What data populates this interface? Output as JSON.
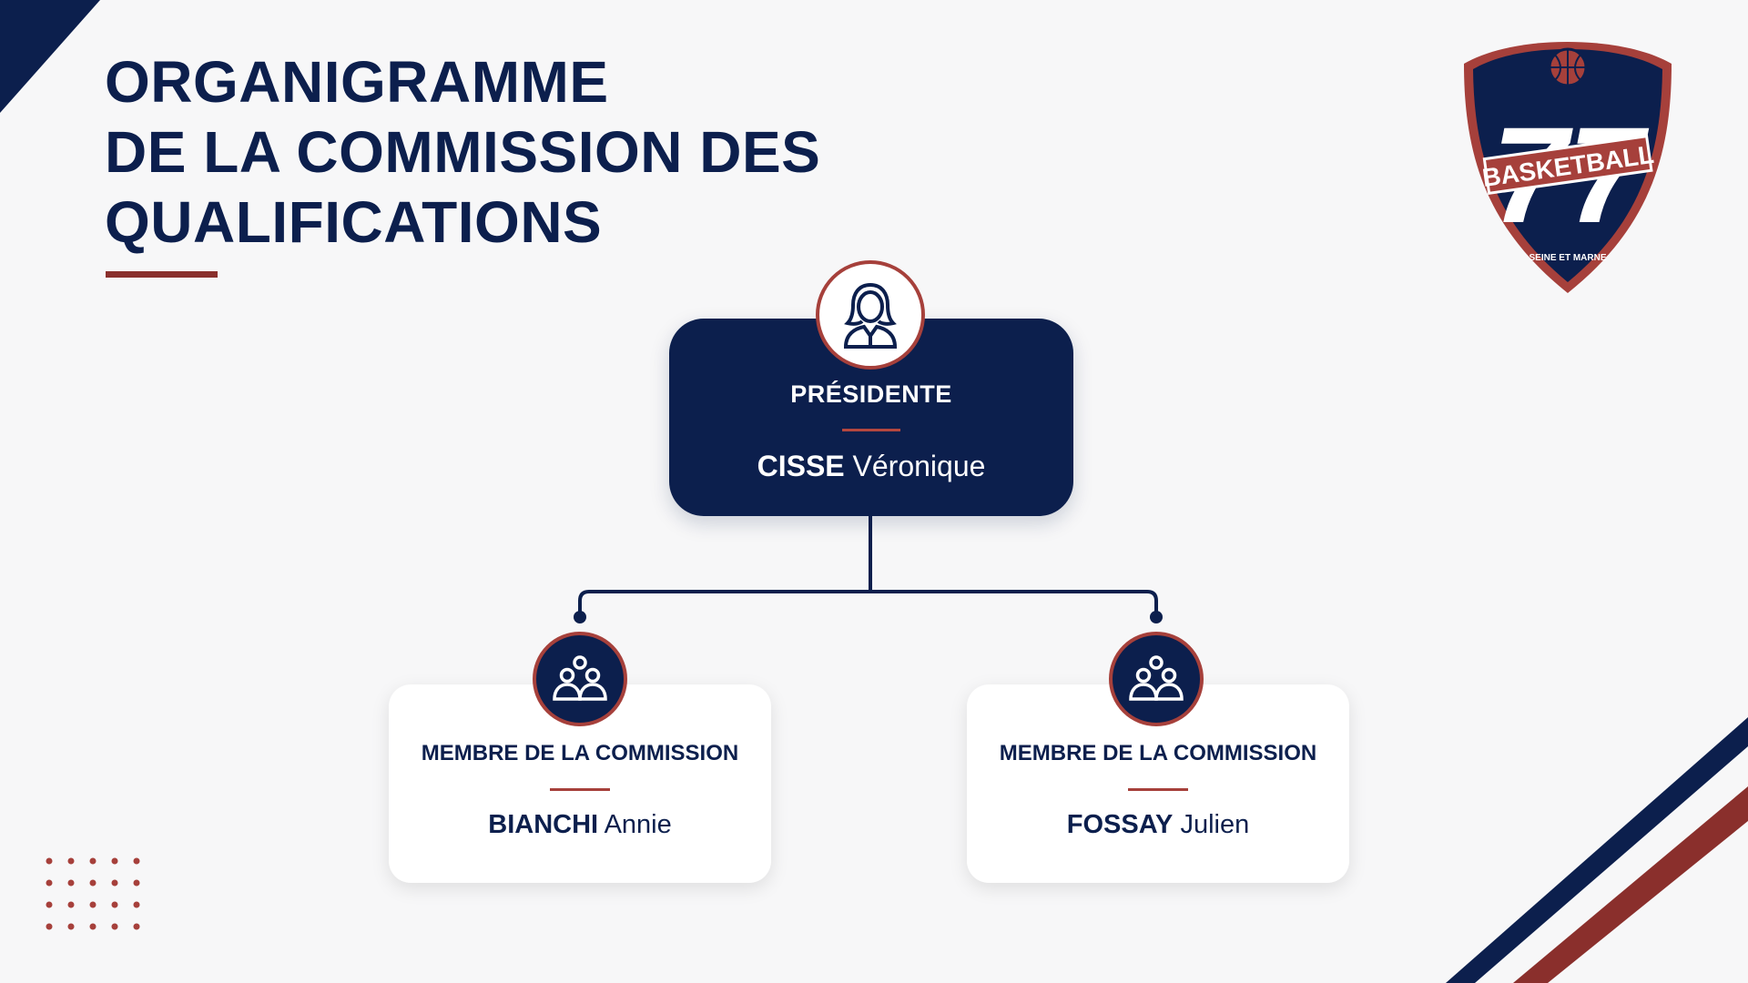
{
  "title": {
    "line1": "ORGANIGRAMME",
    "line2": "DE LA COMMISSION DES",
    "line3": "QUALIFICATIONS"
  },
  "logo": {
    "number": "77",
    "word": "BASKETBALL",
    "region": "SEINE ET MARNE"
  },
  "president": {
    "role": "PRÉSIDENTE",
    "last_name": "CISSE",
    "first_name": "Véronique",
    "icon": "female-user-icon"
  },
  "members": [
    {
      "role": "MEMBRE DE LA COMMISSION",
      "last_name": "BIANCHI",
      "first_name": "Annie",
      "icon": "group-icon"
    },
    {
      "role": "MEMBRE DE LA COMMISSION",
      "last_name": "FOSSAY",
      "first_name": "Julien",
      "icon": "group-icon"
    }
  ],
  "colors": {
    "navy": "#0c1f4d",
    "red": "#8a2f2c",
    "background": "#f7f7f8"
  }
}
